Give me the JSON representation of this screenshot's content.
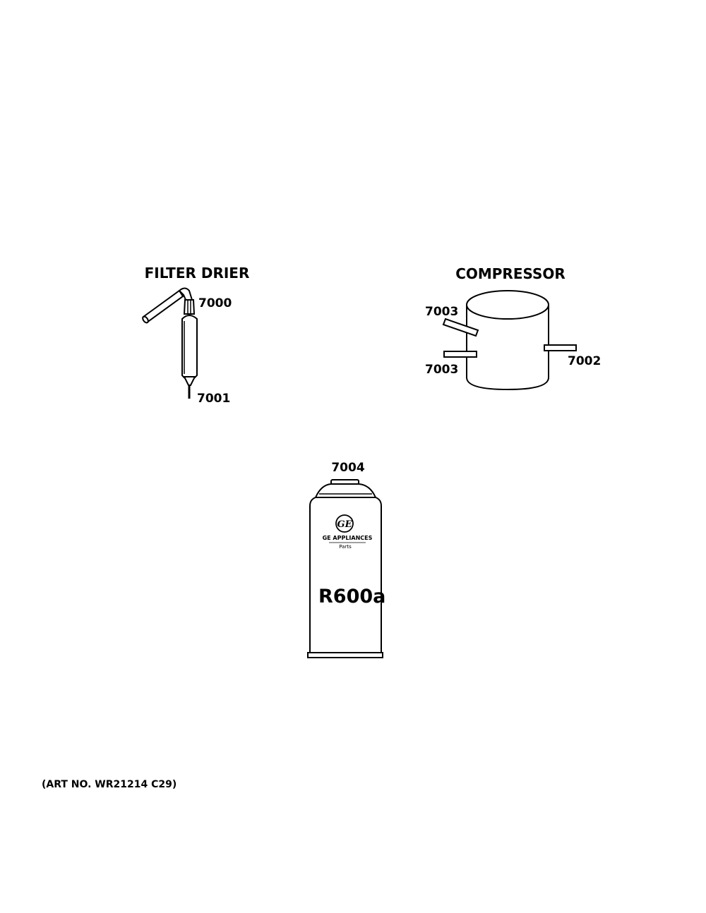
{
  "filter_drier": {
    "heading": "FILTER DRIER",
    "callouts": [
      "7000",
      "7001"
    ]
  },
  "compressor": {
    "heading": "COMPRESSOR",
    "callouts": [
      "7003",
      "7003",
      "7002"
    ]
  },
  "refrigerant_can": {
    "callout": "7004",
    "logo_brand": "GE APPLIANCES",
    "logo_sub": "Parts",
    "label": "R600a"
  },
  "footer": {
    "art_number": "(ART NO. WR21214 C29)"
  }
}
